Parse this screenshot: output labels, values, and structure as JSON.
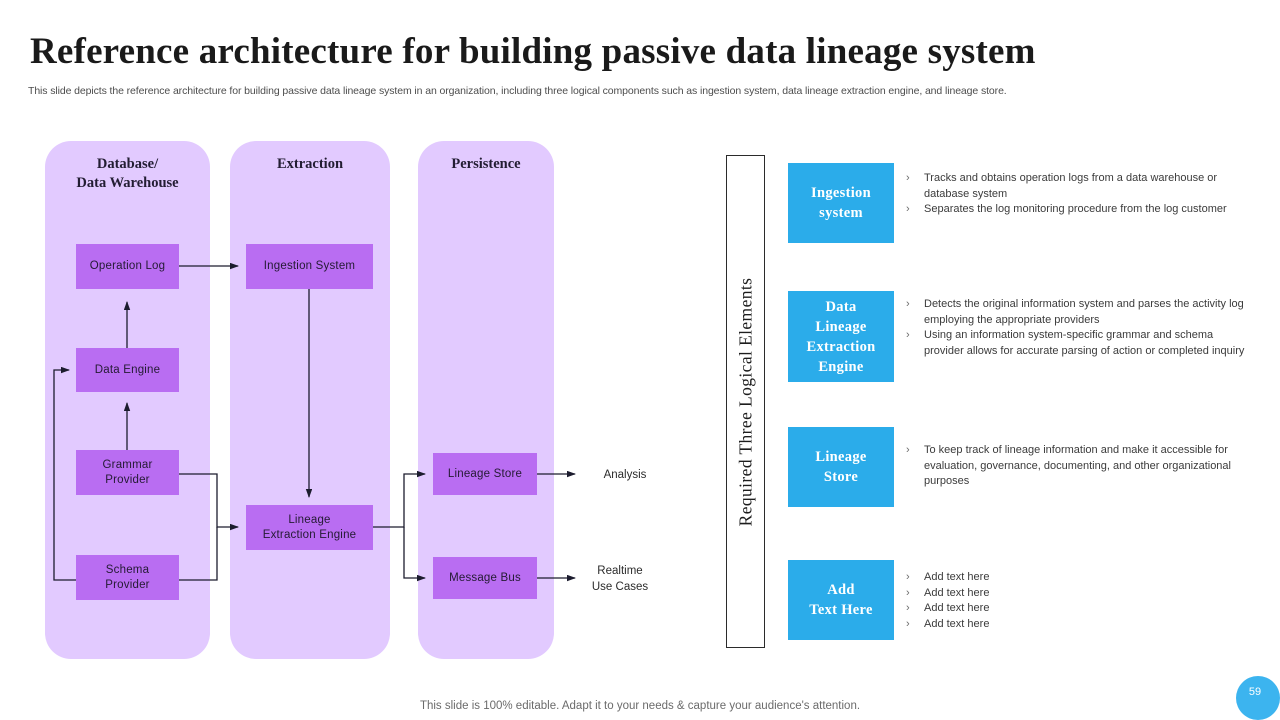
{
  "header": {
    "title": "Reference architecture for building passive data lineage system",
    "subtitle": "This slide depicts the reference architecture for building passive data lineage system in an organization, including three logical components such as ingestion system, data lineage extraction engine, and lineage store."
  },
  "colors": {
    "swimlane_bg": "#e2caff",
    "node_fill": "#b96df2",
    "chip_fill": "#2bacea",
    "badge_fill": "#3cb4ef",
    "wire": "#1c1c2e"
  },
  "diagram": {
    "swimlanes": [
      {
        "title": "Database/\nData Warehouse",
        "title_line1": "Database/",
        "title_line2": "Data Warehouse"
      },
      {
        "title": "Extraction",
        "title_line1": "Extraction",
        "title_line2": ""
      },
      {
        "title": "Persistence",
        "title_line1": "Persistence",
        "title_line2": ""
      }
    ],
    "nodes": {
      "operation_log": "Operation Log",
      "data_engine": "Data Engine",
      "grammar_provider_l1": "Grammar",
      "grammar_provider_l2": "Provider",
      "schema_provider_l1": "Schema",
      "schema_provider_l2": "Provider",
      "ingestion_system": "Ingestion System",
      "lineage_extraction_engine_l1": "Lineage",
      "lineage_extraction_engine_l2": "Extraction Engine",
      "lineage_store": "Lineage Store",
      "message_bus": "Message Bus"
    },
    "outputs": {
      "analysis": "Analysis",
      "realtime_l1": "Realtime",
      "realtime_l2": "Use Cases"
    }
  },
  "right_panel": {
    "vertical_label": "Required Three Logical Elements",
    "bullet_marker": "›",
    "elements": [
      {
        "chip_line1": "Ingestion",
        "chip_line2": "system",
        "bullets": [
          "Tracks and obtains operation logs from a data warehouse or database system",
          "Separates the log monitoring procedure from the log customer"
        ]
      },
      {
        "chip_line1": "Data",
        "chip_line2": "Lineage",
        "chip_line3": "Extraction",
        "chip_line4": "Engine",
        "bullets": [
          "Detects the original information system and parses the activity log employing the appropriate providers",
          "Using an information system-specific grammar and schema provider allows for accurate parsing of action or completed inquiry"
        ]
      },
      {
        "chip_line1": "Lineage",
        "chip_line2": "Store",
        "bullets": [
          "To keep track of lineage information and make it accessible for evaluation, governance, documenting, and other organizational purposes"
        ]
      },
      {
        "chip_line1": "Add",
        "chip_line2": "Text Here",
        "bullets": [
          "Add text here",
          "Add text here",
          "Add text here",
          "Add text here"
        ]
      }
    ]
  },
  "footer": {
    "note": "This slide is 100% editable. Adapt it to your needs & capture your audience's attention.",
    "page_number": "59"
  }
}
